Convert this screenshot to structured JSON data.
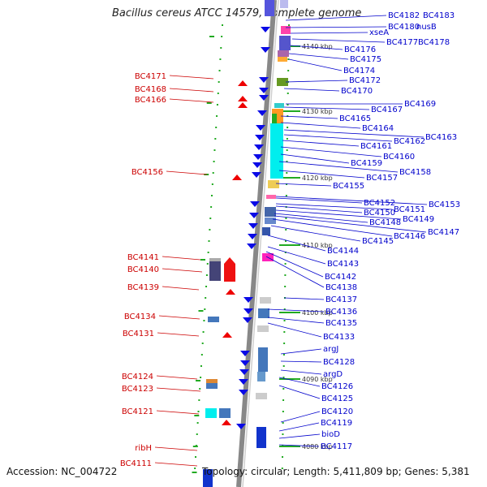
{
  "title": "Bacillus cereus ATCC 14579, complete genome",
  "footer": {
    "accession": "Accession: NC_004722",
    "topology": "Topology: circular; Length: 5,411,809 bp; Genes: 5,381"
  },
  "colors": {
    "left_label": "#cc0000",
    "right_label": "#0000cc",
    "forward_arrow": "#ee0000",
    "reverse_arrow": "#0a0ae6",
    "tick": "#22aa22",
    "backbone": "#888888"
  },
  "kbp_markers": [
    "4140 kbp",
    "4130 kbp",
    "4120 kbp",
    "4110 kbp",
    "4100 kbp",
    "4090 kbp",
    "4080 kbp"
  ],
  "left_labels": [
    "BC4171",
    "BC4168",
    "BC4166",
    "BC4156",
    "BC4141",
    "BC4140",
    "BC4139",
    "BC4134",
    "BC4131",
    "BC4124",
    "BC4123",
    "BC4121",
    "ribH",
    "BC4111"
  ],
  "right_labels": [
    "BC4182",
    "BC4183",
    "BC4180",
    "nusB",
    "xseA",
    "BC4177",
    "BC4178",
    "BC4176",
    "BC4175",
    "BC4174",
    "BC4172",
    "BC4170",
    "BC4169",
    "BC4167",
    "BC4165",
    "BC4164",
    "BC4163",
    "BC4162",
    "BC4161",
    "BC4160",
    "BC4159",
    "BC4158",
    "BC4157",
    "BC4155",
    "BC4153",
    "BC4152",
    "BC4151",
    "BC4150",
    "BC4149",
    "BC4148",
    "BC4147",
    "BC4146",
    "BC4145",
    "BC4144",
    "BC4143",
    "BC4142",
    "BC4138",
    "BC4137",
    "BC4136",
    "BC4135",
    "BC4133",
    "argJ",
    "BC4128",
    "argD",
    "BC4126",
    "BC4125",
    "BC4120",
    "BC4119",
    "bioD",
    "BC4117"
  ]
}
